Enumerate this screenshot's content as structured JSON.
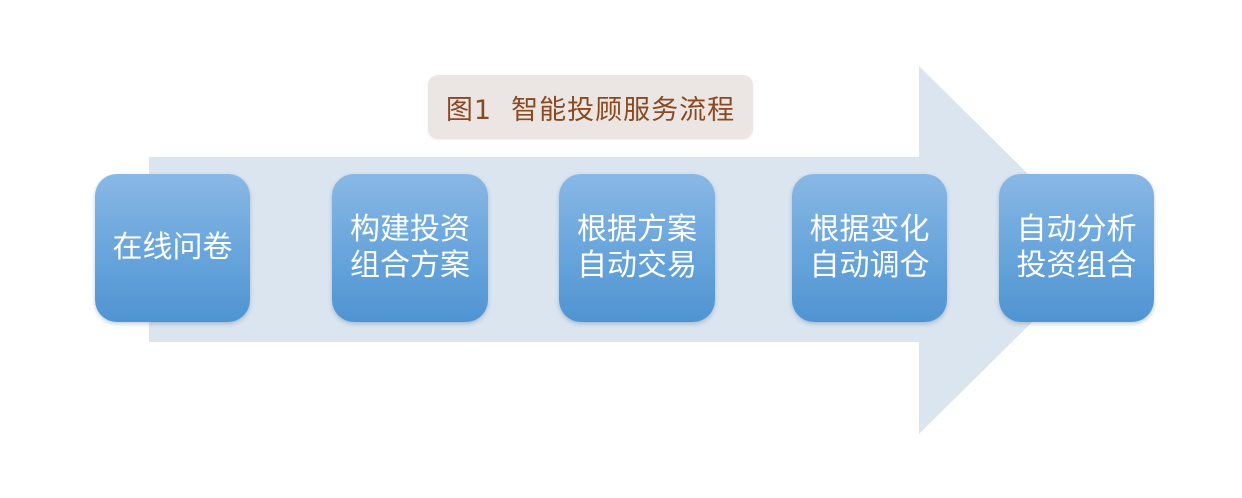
{
  "diagram": {
    "title": "图1  智能投顾服务流程",
    "steps": [
      {
        "lines": [
          "在线问卷"
        ]
      },
      {
        "lines": [
          "构建投资",
          "组合方案"
        ]
      },
      {
        "lines": [
          "根据方案",
          "自动交易"
        ]
      },
      {
        "lines": [
          "根据变化",
          "自动调仓"
        ]
      },
      {
        "lines": [
          "自动分析",
          "投资组合"
        ]
      }
    ]
  },
  "colors": {
    "arrow_fill": "#dae5f0",
    "title_bg": "#ebe6e4",
    "title_text": "#8a4a21",
    "step_top": "#89b8e6",
    "step_bottom": "#4f94d2",
    "step_text": "#ffffff"
  }
}
